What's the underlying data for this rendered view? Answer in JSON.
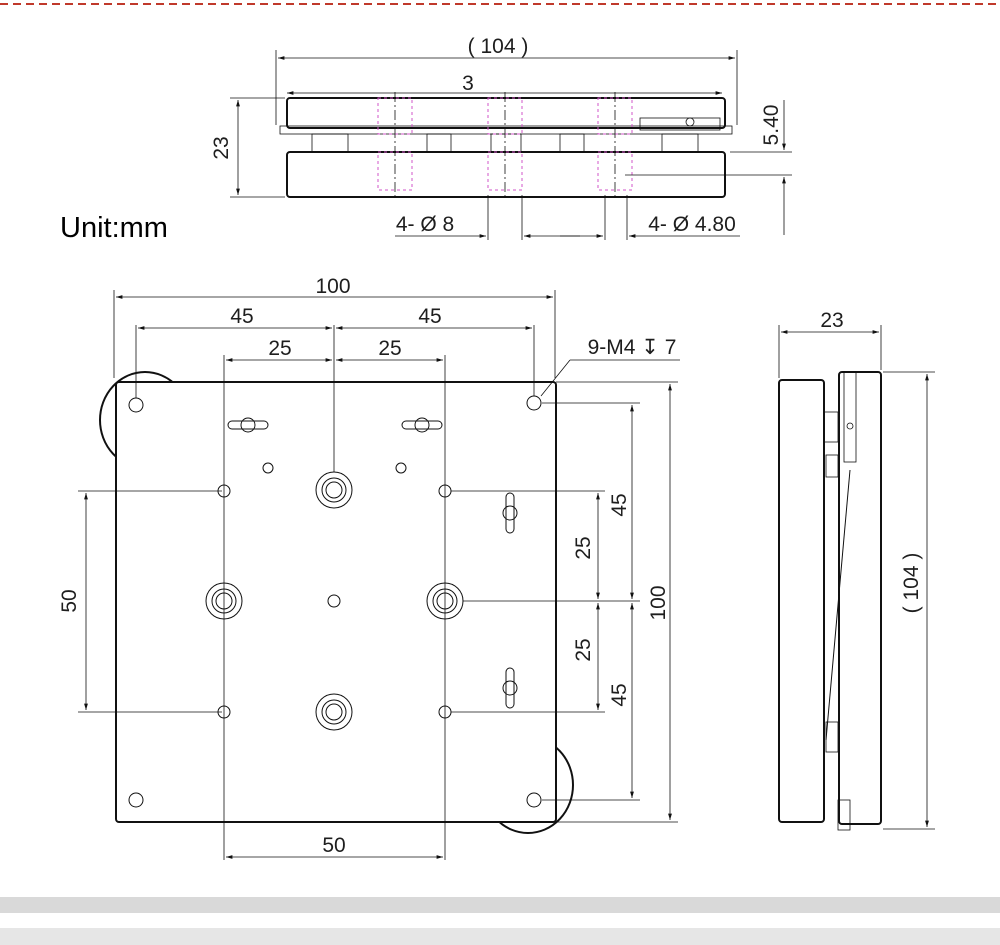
{
  "unit_label": "Unit:mm",
  "top_view": {
    "overall_width": "( 104 )",
    "gap": "3",
    "height": "23",
    "thickness": "5.40",
    "hole_large": "4- Ø 8",
    "hole_small": "4- Ø 4.80"
  },
  "plan_view": {
    "width": "100",
    "left_offset": "45",
    "right_offset": "45",
    "inner_left": "25",
    "inner_right": "25",
    "thread_callout": "9-M4 ↧ 7",
    "left_span": "50",
    "bottom_span": "50",
    "right_upper": "45",
    "right_mid_upper": "25",
    "right_mid_lower": "25",
    "right_lower": "45",
    "right_total": "100"
  },
  "side_view": {
    "width": "23",
    "height": "( 104 )"
  },
  "colors": {
    "border_dash": "#c0392b",
    "line": "#111111",
    "hidden": "#d254c9",
    "footer": "#d9d9d9"
  }
}
